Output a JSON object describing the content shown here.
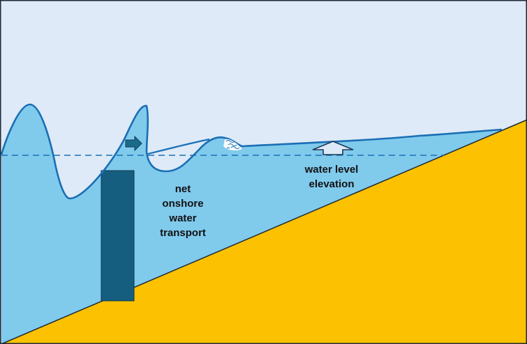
{
  "labels": {
    "net_transport": [
      "net",
      "onshore",
      "water",
      "transport"
    ],
    "water_level": [
      "water level",
      "elevation"
    ]
  },
  "colors": {
    "sky": "#deeaf7",
    "water": "#80caec",
    "water_line": "#1a6fb5",
    "beach": "#fcc100",
    "structure": "#155e80",
    "arrow_fill": "#1c6a8a",
    "border": "#1f2a36",
    "text": "#111111"
  },
  "icons": {
    "transport_arrow": "right-arrow-icon",
    "elevation_arrow": "up-arrow-icon",
    "breaking_foam": "foam-icon"
  }
}
